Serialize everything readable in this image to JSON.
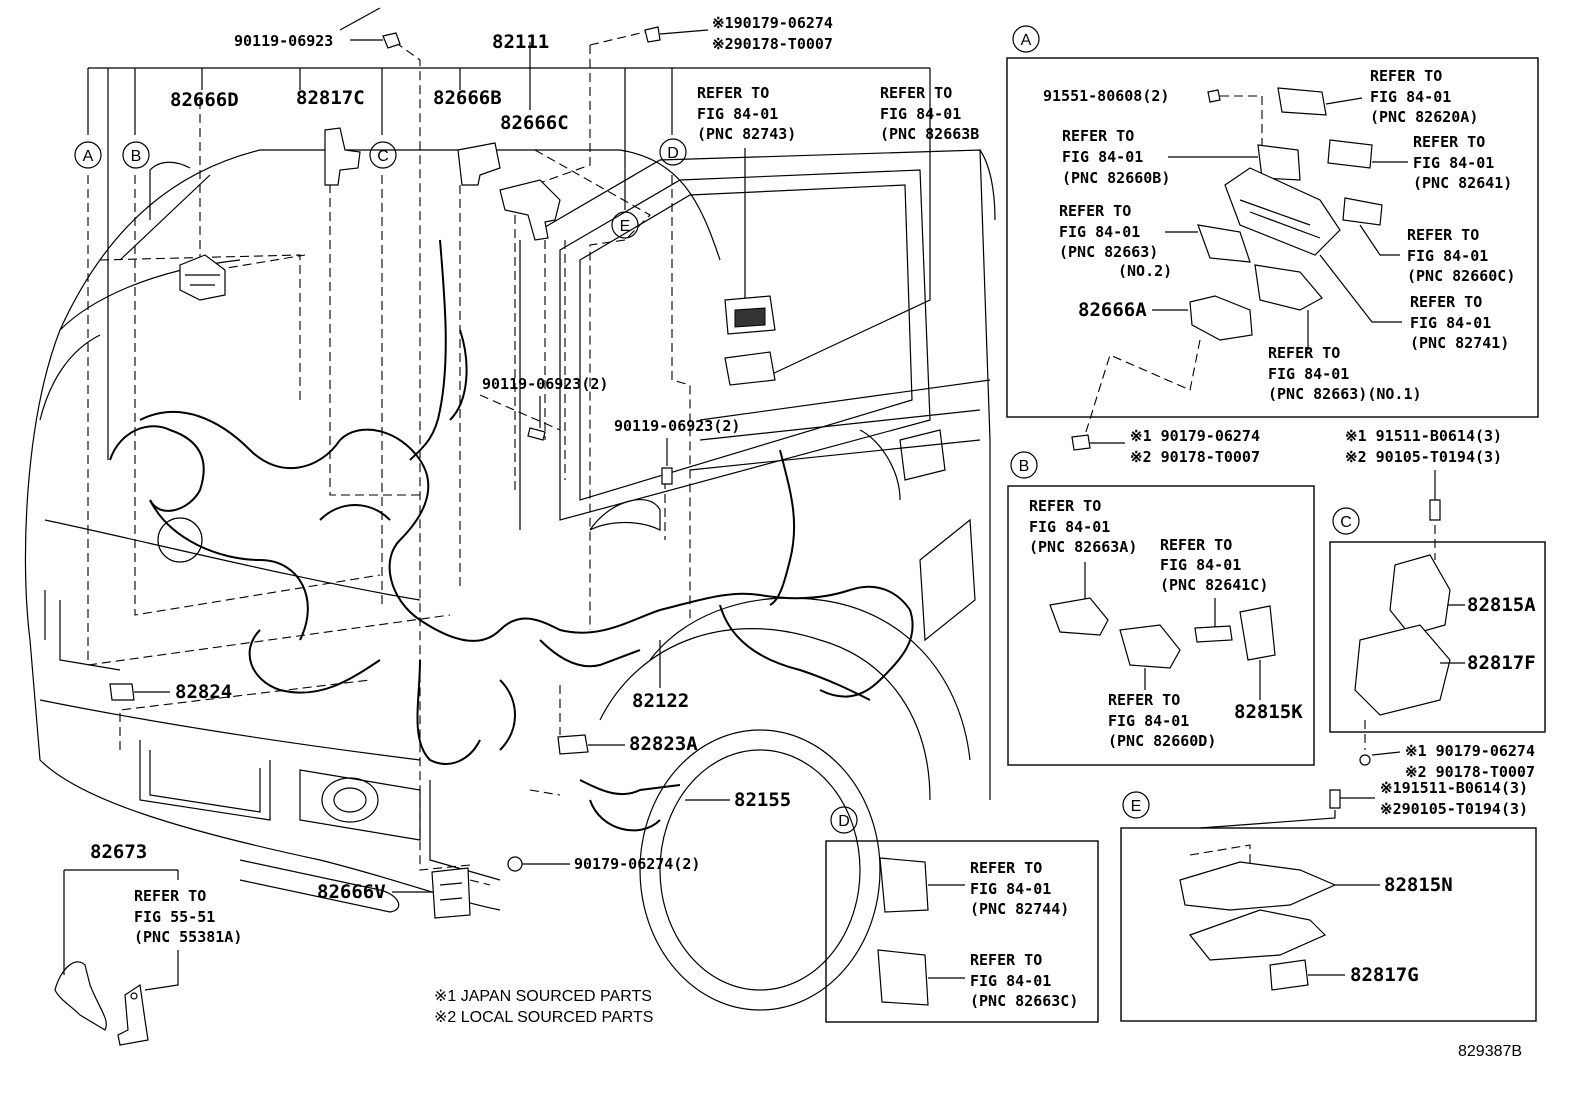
{
  "diagram_id": "829387B",
  "labels": {
    "p90119_06923": "90119-06923",
    "p82111": "82111",
    "p82666D": "82666D",
    "p82817C": "82817C",
    "p82666B": "82666B",
    "p82666C": "82666C",
    "r1_90179": "※190179-06274",
    "r2_90178": "※290178-T0007",
    "refer_82743": [
      "REFER TO",
      "FIG 84-01",
      "(PNC 82743)"
    ],
    "refer_82663B": [
      "REFER TO",
      "FIG 84-01",
      "(PNC 82663B"
    ],
    "p90119_06923_2a": "90119-06923(2)",
    "p90119_06923_2b": "90119-06923(2)",
    "p82824": "82824",
    "p82122": "82122",
    "p82823A": "82823A",
    "p82155": "82155",
    "p90179_2": "90179-06274(2)",
    "p82666V": "82666V",
    "p82673": "82673",
    "refer_55381A": [
      "REFER TO",
      "FIG 55-51",
      "(PNC 55381A)"
    ],
    "note1": "※1 JAPAN SOURCED PARTS",
    "note2": "※2 LOCAL SOURCED PARTS"
  },
  "callouts": {
    "A": "A",
    "B": "B",
    "C": "C",
    "D": "D",
    "E": "E"
  },
  "panel_A": {
    "bolt": "91551-80608(2)",
    "refer_82620A": [
      "REFER TO",
      "FIG 84-01",
      "(PNC 82620A)"
    ],
    "refer_82660B": [
      "REFER TO",
      "FIG 84-01",
      "(PNC 82660B)"
    ],
    "refer_82641": [
      "REFER TO",
      "FIG 84-01",
      "(PNC 82641)"
    ],
    "refer_82663_no2": [
      "REFER TO",
      "FIG 84-01",
      "(PNC 82663)",
      "(NO.2)"
    ],
    "refer_82660C": [
      "REFER TO",
      "FIG 84-01",
      "(PNC 82660C)"
    ],
    "p82666A": "82666A",
    "refer_82741": [
      "REFER TO",
      "FIG 84-01",
      "(PNC 82741)"
    ],
    "refer_82663_no1": [
      "REFER TO",
      "FIG 84-01",
      "(PNC 82663)(NO.1)"
    ],
    "clip1": "※1 90179-06274",
    "clip2": "※2 90178-T0007"
  },
  "panel_B": {
    "refer_82663A": [
      "REFER TO",
      "FIG 84-01",
      "(PNC 82663A)"
    ],
    "refer_82641C": [
      "REFER TO",
      "FIG 84-01",
      "(PNC 82641C)"
    ],
    "refer_82660D": [
      "REFER TO",
      "FIG 84-01",
      "(PNC 82660D)"
    ],
    "p82815K": "82815K"
  },
  "panel_C": {
    "bolt1": "※1 91511-B0614(3)",
    "bolt2": "※2 90105-T0194(3)",
    "p82815A": "82815A",
    "p82817F": "82817F",
    "clip1": "※1 90179-06274",
    "clip2": "※2 90178-T0007"
  },
  "panel_D": {
    "refer_82744": [
      "REFER TO",
      "FIG 84-01",
      "(PNC 82744)"
    ],
    "refer_82663C": [
      "REFER TO",
      "FIG 84-01",
      "(PNC 82663C)"
    ]
  },
  "panel_E": {
    "bolt1": "※191511-B0614(3)",
    "bolt2": "※290105-T0194(3)",
    "p82815N": "82815N",
    "p82817G": "82817G"
  }
}
